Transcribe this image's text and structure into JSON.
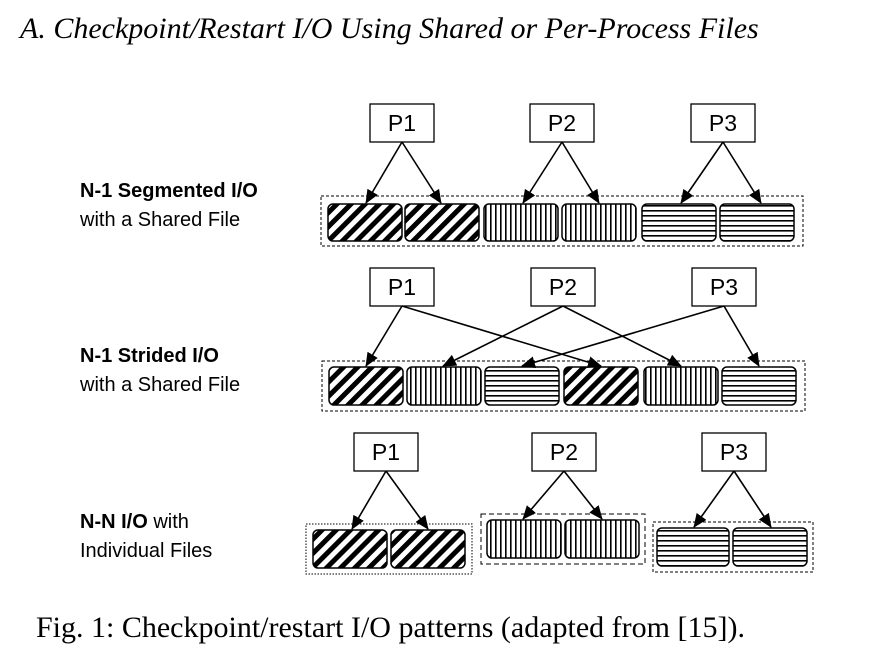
{
  "heading": "A.  Checkpoint/Restart I/O Using Shared or Per-Process Files",
  "caption": "Fig. 1: Checkpoint/restart I/O patterns (adapted from [15]).",
  "patterns": [
    {
      "id": "segmented",
      "label_line1_bold": "N-1 Segmented I/O",
      "label_line1_rest": "",
      "label_line2": "with a Shared File",
      "processes": [
        "P1",
        "P2",
        "P3"
      ],
      "blocks": [
        "diagonal",
        "diagonal",
        "vertical",
        "vertical",
        "horizontal",
        "horizontal"
      ]
    },
    {
      "id": "strided",
      "label_line1_bold": "N-1 Strided I/O",
      "label_line1_rest": "",
      "label_line2": "with a Shared File",
      "processes": [
        "P1",
        "P2",
        "P3"
      ],
      "blocks": [
        "diagonal",
        "vertical",
        "horizontal",
        "diagonal",
        "vertical",
        "horizontal"
      ]
    },
    {
      "id": "nn",
      "label_line1_bold": "N-N I/O",
      "label_line1_rest": " with",
      "label_line2": "Individual Files",
      "processes": [
        "P1",
        "P2",
        "P3"
      ],
      "blocks": [
        "diagonal",
        "diagonal",
        "vertical",
        "vertical",
        "horizontal",
        "horizontal"
      ]
    }
  ],
  "colors": {
    "ink": "#000000",
    "background": "#ffffff"
  }
}
